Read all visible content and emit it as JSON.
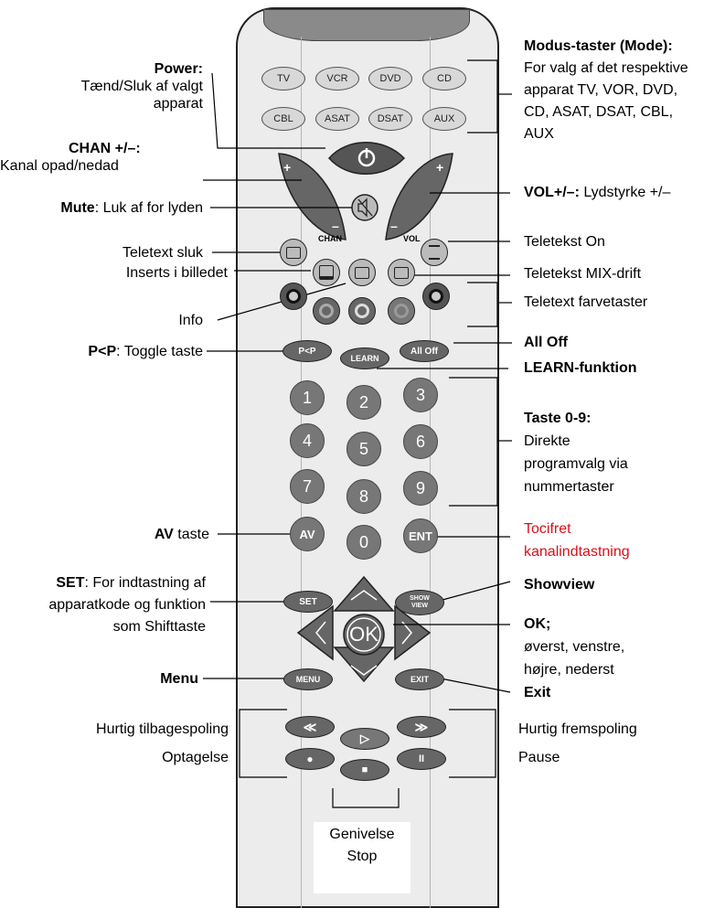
{
  "mode_buttons": [
    "TV",
    "VCR",
    "DVD",
    "CD",
    "CBL",
    "ASAT",
    "DSAT",
    "AUX"
  ],
  "remote_buttons": {
    "chan": "CHAN",
    "vol": "VOL",
    "plus": "+",
    "minus": "–",
    "pip": "P<P",
    "learn": "LEARN",
    "alloff": "All Off",
    "digits": [
      "1",
      "2",
      "3",
      "4",
      "5",
      "6",
      "7",
      "8",
      "9",
      "0"
    ],
    "av": "AV",
    "ent": "ENT",
    "set": "SET",
    "showview_1": "SHOW",
    "showview_2": "VIEW",
    "ok": "OK",
    "menu": "MENU",
    "exit": "EXIT",
    "rew": "≪",
    "play": "▷",
    "ffw": "≫",
    "rec": "●",
    "stop": "■",
    "pause": "II"
  },
  "labels": {
    "power_title": "Power:",
    "power_desc_1": "Tænd/Sluk af valgt",
    "power_desc_2": "apparat",
    "chan_title": "CHAN +/–:",
    "chan_desc": "Kanal opad/nedad",
    "mute_title": "Mute",
    "mute_desc": ": Luk af for lyden",
    "teletext_off": "Teletext sluk",
    "inserts": "Inserts i billedet",
    "info": "Info",
    "pip_title": "P<P",
    "pip_desc": ": Toggle taste",
    "av_title": "AV",
    "av_desc": " taste",
    "set_title": "SET",
    "set_desc_1": ": For indtastning af",
    "set_desc_2": "apparatkode og funktion",
    "set_desc_3": "som Shifttaste",
    "menu": "Menu",
    "rewind": "Hurtig tilbagespoling",
    "record": "Optagelse",
    "mode_title": "Modus-taster (Mode):",
    "mode_desc_1": "For valg af det respektive",
    "mode_desc_2": "apparat TV, VOR, DVD,",
    "mode_desc_3": "CD, ASAT, DSAT, CBL,",
    "mode_desc_4": "AUX",
    "vol_title": "VOL+/–:",
    "vol_desc": " Lydstyrke +/–",
    "teletext_on": "Teletekst On",
    "teletext_mix": "Teletekst MIX-drift",
    "teletext_colors": "Teletext farvetaster",
    "alloff": "All Off",
    "learn": "LEARN-funktion",
    "digits_title": "Taste 0-9:",
    "digits_desc_1": "Direkte",
    "digits_desc_2": "programvalg via",
    "digits_desc_3": "nummertaster",
    "tocifret_1": "Tocifret",
    "tocifret_2": "kanalindtastning",
    "showview": "Showview",
    "ok_title": "OK;",
    "ok_desc_1": "øverst, venstre,",
    "ok_desc_2": "højre, nederst",
    "exit": "Exit",
    "forward": "Hurtig fremspoling",
    "pause": "Pause",
    "play": "Genivelse",
    "stop": "Stop"
  }
}
